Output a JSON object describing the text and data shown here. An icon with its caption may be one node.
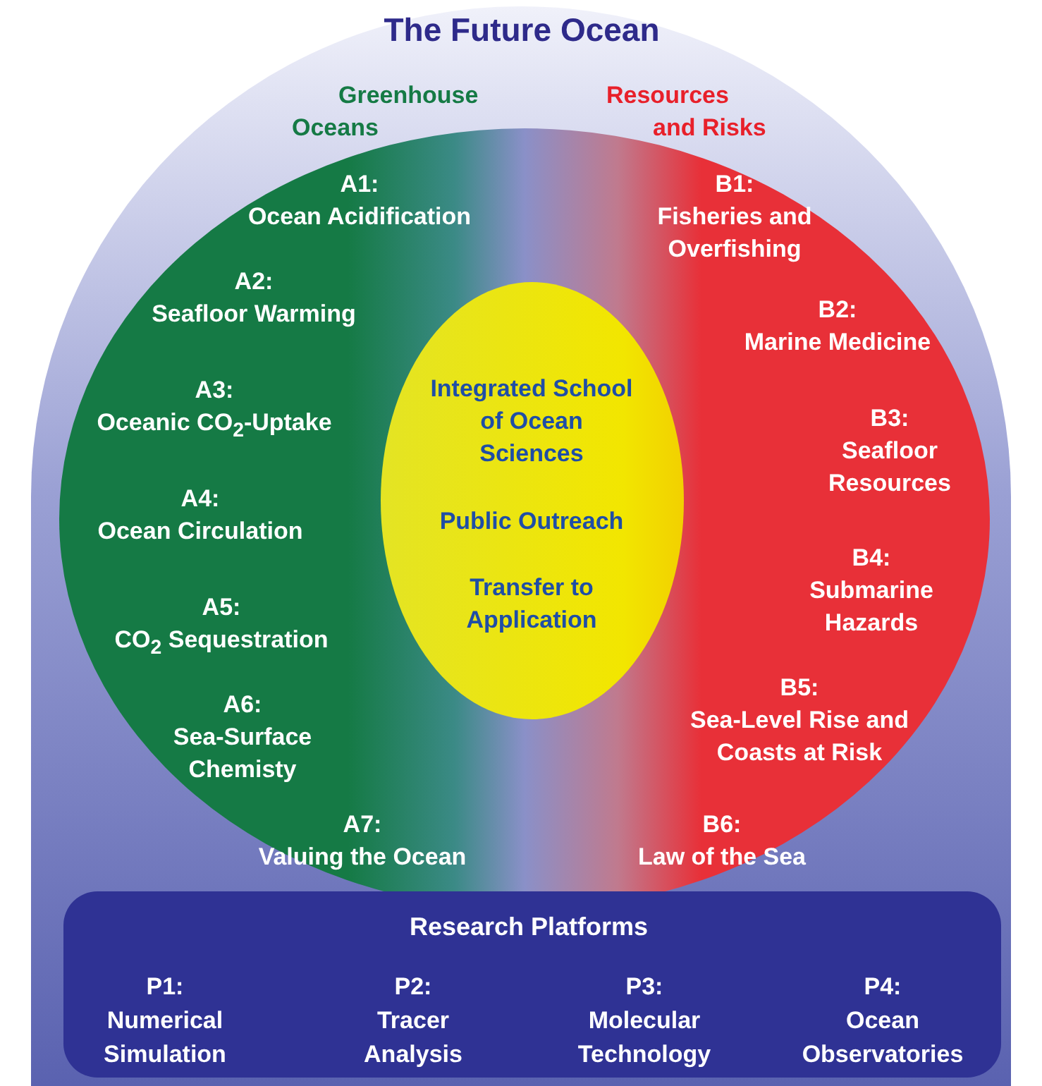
{
  "diagram": {
    "title": "The Future Ocean",
    "nodes": [
      {
        "text": [
          "Greenhouse Oceans",
          "A1: Ocean Acidification",
          "A2: Seafloor Warming",
          "A3: Oceanic CO$_{2}$-Uptake",
          "A4: Ocean Circulation",
          "A5: CO$_{2}$ Sequestration",
          "A6: Sea-Surface Chemisty",
          "A7: Valuing the Ocean"
        ]
      },
      {
        "text": [
          "Resources and Risks",
          "B1: Fisheries and Overfishing",
          "B2: Marine Medicine",
          "B3: Seafloor Resources",
          "B4: Submarine Hazards",
          "B5: Sea-Level Rise and Coasts at Risk",
          "B6: Law of the Sea"
        ]
      },
      {
        "text": [
          "Integrated School of Ocean Sciences",
          "Public Outreach",
          "Transfer to Application"
        ]
      },
      {
        "text": [
          "Research Platforms",
          "P1: Numerical Simulation",
          "P2: Tracer Analysis",
          "P3: Molecular Technology",
          "P4: Ocean Observatories"
        ]
      }
    ],
    "edges": []
  }
}
